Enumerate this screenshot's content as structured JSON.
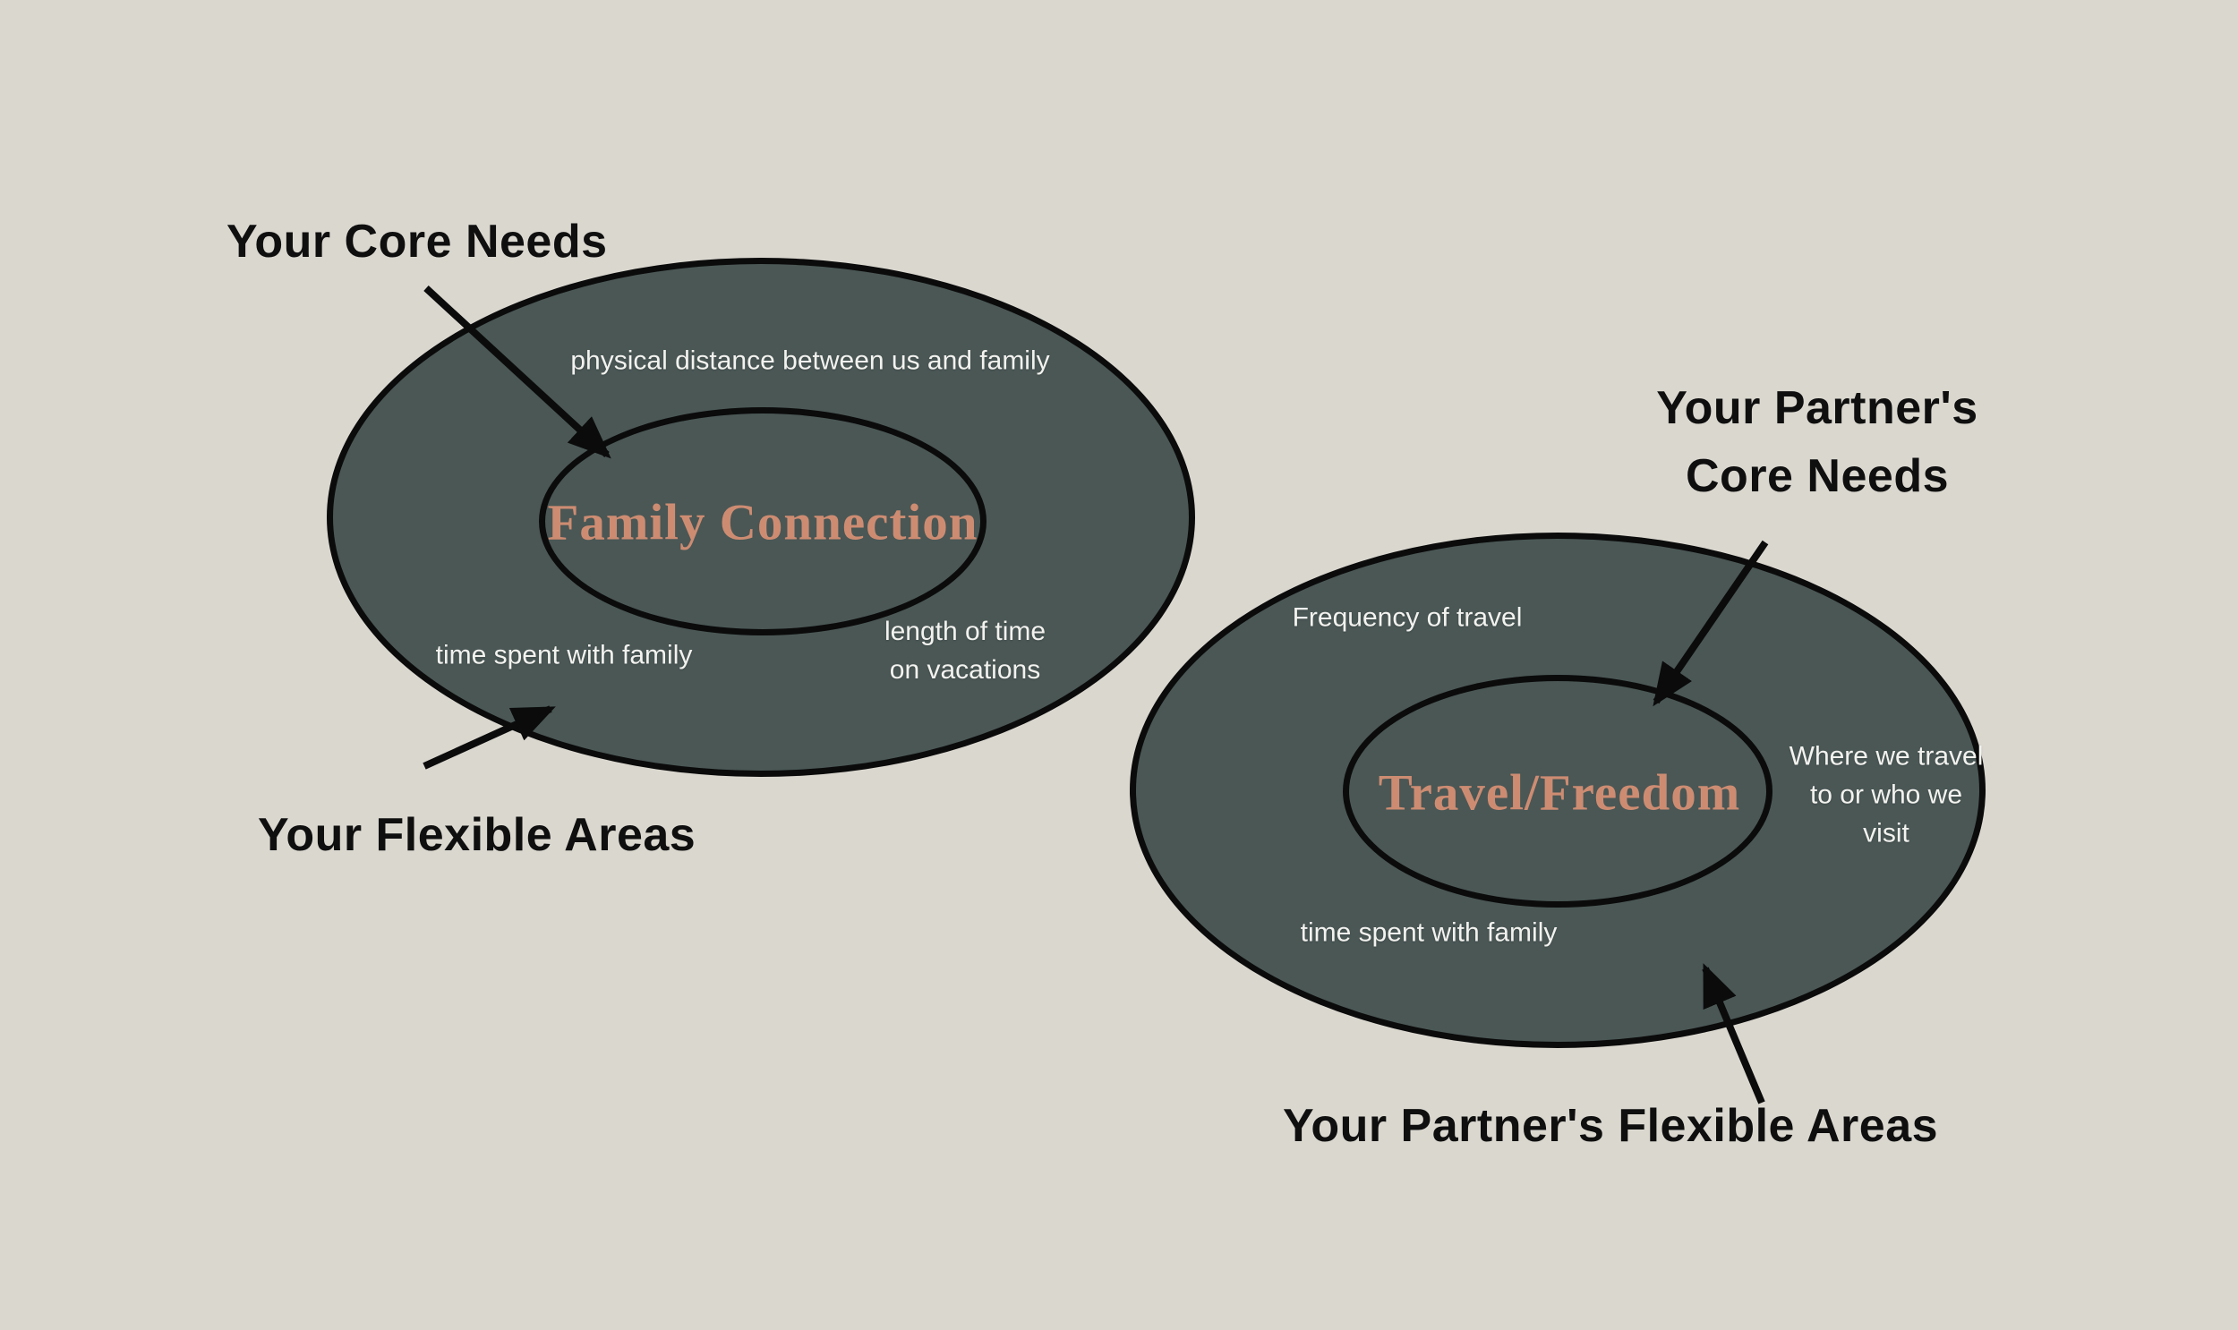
{
  "colors": {
    "background": "#dad7cf",
    "ellipse_fill": "#4a5755",
    "outline": "#0b0b0b",
    "accent_text": "#cd8c72",
    "light_text": "#f2f2ef",
    "dark_text": "#0f0f0f"
  },
  "left_diagram": {
    "core_label": "Your Core Needs",
    "flexible_label": "Your Flexible Areas",
    "center_label": "Family Connection",
    "flexible_items": {
      "top": "physical distance between us and family",
      "bottom_left": "time spent with family",
      "bottom_right_lines": [
        "length of time",
        "on vacations"
      ]
    }
  },
  "right_diagram": {
    "core_label_lines": [
      "Your Partner's",
      "Core Needs"
    ],
    "flexible_label": "Your Partner's Flexible Areas",
    "center_label": "Travel/Freedom",
    "flexible_items": {
      "top": "Frequency of travel",
      "right_lines": [
        "Where we travel",
        "to or who we",
        "visit"
      ],
      "bottom_left": "time spent with family"
    }
  }
}
